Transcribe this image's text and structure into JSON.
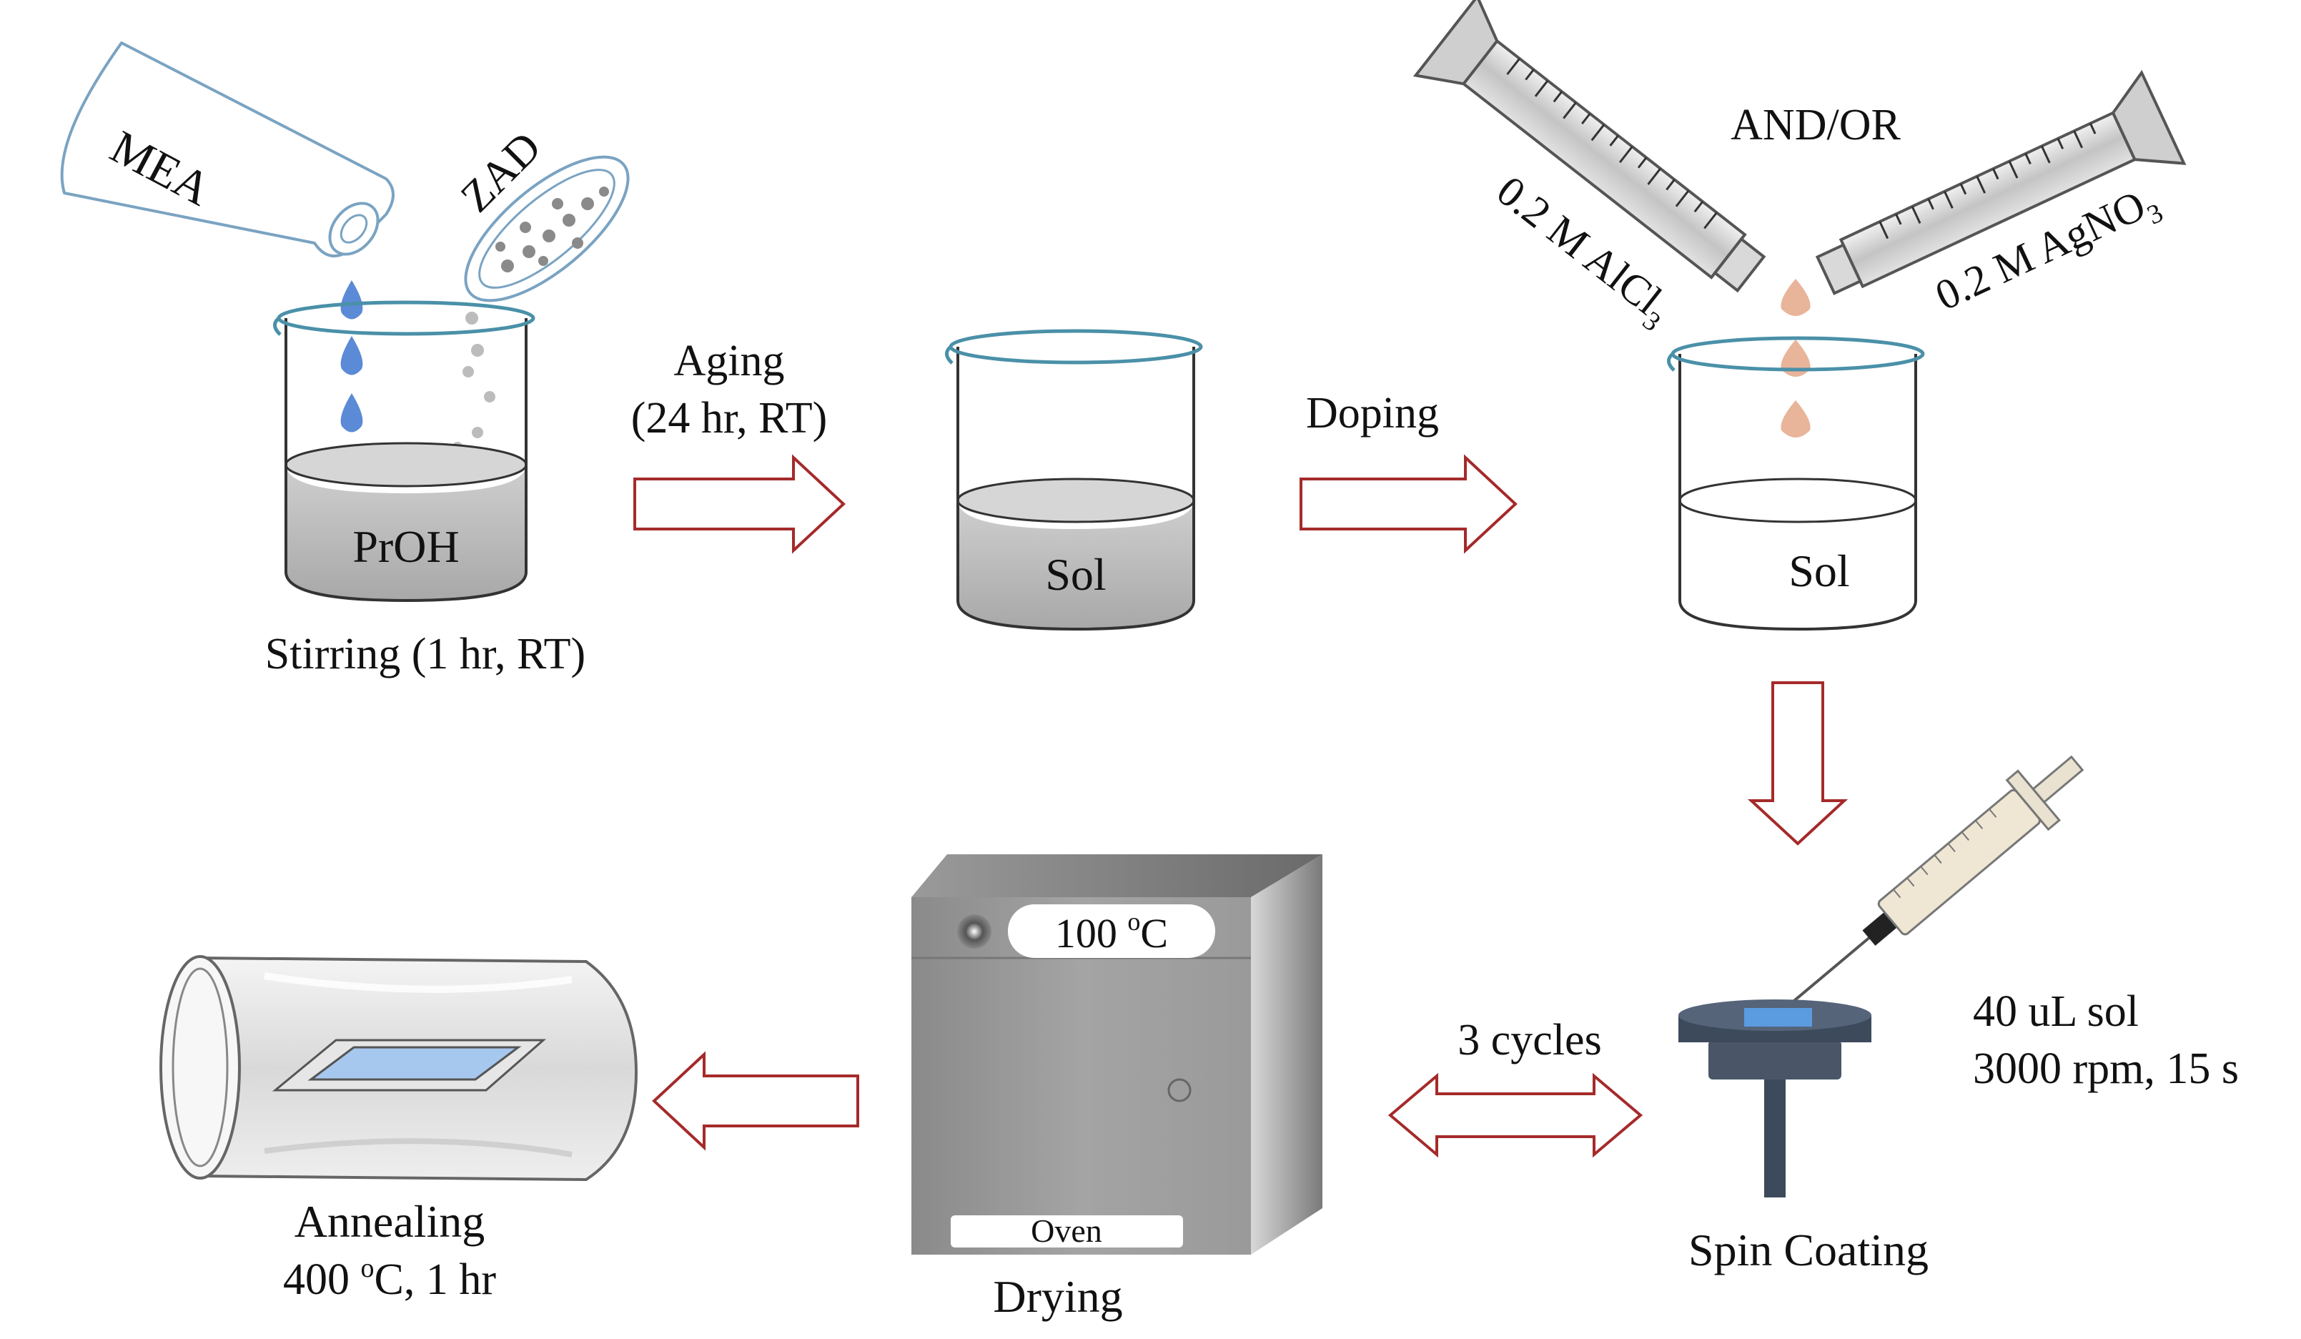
{
  "labels": {
    "mea": "MEA",
    "zad": "ZAD",
    "proh": "PrOH",
    "stirring": "Stirring (1 hr, RT)",
    "aging_line1": "Aging",
    "aging_line2": "(24 hr, RT)",
    "sol_aged": "Sol",
    "doping": "Doping",
    "and_or": "AND/OR",
    "alcl3_main": "0.2 M AlCl",
    "alcl3_sub": "3",
    "agno3_main": "0.2 M AgNO",
    "agno3_sub": "3",
    "sol_doped": "Sol",
    "volume": "40 uL sol",
    "spin_params": "3000 rpm, 15 s",
    "spin_coating": "Spin Coating",
    "cycles": "3 cycles",
    "oven_temp_value": "100 ",
    "oven_temp_deg": "o",
    "oven_temp_unit": "C",
    "oven": "Oven",
    "drying": "Drying",
    "annealing": "Annealing",
    "anneal_temp_value": "400 ",
    "anneal_temp_deg": "o",
    "anneal_temp_unit": "C, 1 hr"
  },
  "colors": {
    "arrow_stroke": "#a52a2a",
    "beaker_outline": "#4a90a8",
    "solution_gray": "#bdbdbd",
    "droplet_blue": "#5b8ad6",
    "droplet_peach": "#e8b49a",
    "substrate_blue": "#8fb8e8",
    "spinner_dark": "#3d4a5c"
  }
}
